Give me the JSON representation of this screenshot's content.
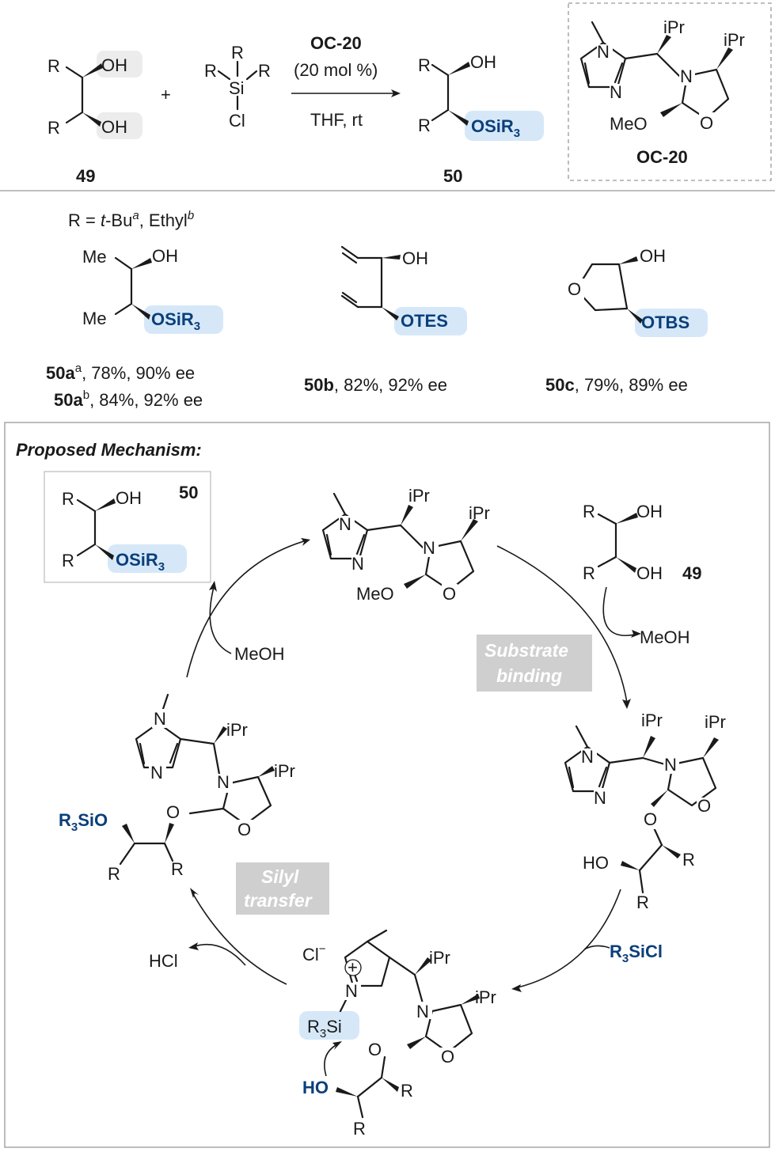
{
  "scheme": {
    "reaction": {
      "diol_label": "49",
      "product_label": "50",
      "catalyst_name": "OC-20",
      "catalyst_loading": "(20 mol %)",
      "conditions": "THF,  rt",
      "plus": "+",
      "atoms": {
        "R": "R",
        "OH": "OH",
        "Si": "Si",
        "Cl": "Cl",
        "N": "N",
        "O": "O",
        "MeO": "MeO",
        "iPr": "iPr",
        "OSiR3": "OSiR",
        "sub3": "3"
      }
    },
    "substituents": {
      "prefix": "R = ",
      "tbu": "t",
      "tbu_rest": "-Bu",
      "sup_a": "a",
      "sep": ", Ethyl",
      "sup_b": "b"
    },
    "examples": [
      {
        "label": "50a",
        "sup": "a",
        "result": ", 78%, 90% ee"
      },
      {
        "label": "50a",
        "sup": "b",
        "result": ", 84%, 92% ee"
      },
      {
        "label": "50b",
        "sup": "",
        "result": ", 82%, 92% ee"
      },
      {
        "label": "50c",
        "sup": "",
        "result": ", 79%, 89% ee"
      }
    ],
    "example_groups": {
      "Me": "Me",
      "OTES": "OTES",
      "OTBS": "OTBS"
    },
    "mechanism": {
      "title": "Proposed Mechanism:",
      "meoh": "MeOH",
      "hcl": "HCl",
      "r3sicl_a": "R",
      "r3sicl_b": "3",
      "r3sicl_c": "SiCl",
      "step_substrate_1": "Substrate",
      "step_substrate_2": "binding",
      "step_silyl_1": "Silyl",
      "step_silyl_2": "transfer",
      "r3sio_a": "R",
      "r3sio_b": "3",
      "r3sio_c": "SiO",
      "r3si_a": "R",
      "r3si_b": "3",
      "r3si_c": "Si",
      "ho": "HO",
      "cl_minus": "Cl",
      "minus": "−",
      "plus_charge": "+"
    }
  }
}
